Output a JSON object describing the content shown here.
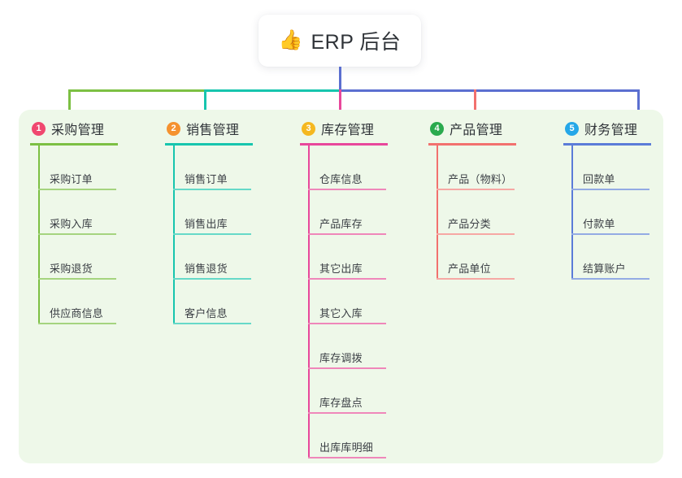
{
  "root": {
    "emoji": "👍",
    "emoji_name": "thumbs-up-icon",
    "title": "ERP 后台"
  },
  "palette": {
    "panel_bg": "#eef8e9",
    "page_bg": "#ffffff",
    "root_connector": "#5b6fd0",
    "text": "#3a3e44"
  },
  "columns": [
    {
      "index": "1",
      "title": "采购管理",
      "badge_color": "#f0486f",
      "line_color": "#7cc043",
      "item_line_color": "#a5d47f",
      "items": [
        {
          "label": "采购订单"
        },
        {
          "label": "采购入库"
        },
        {
          "label": "采购退货"
        },
        {
          "label": "供应商信息"
        }
      ]
    },
    {
      "index": "2",
      "title": "销售管理",
      "badge_color": "#f5922f",
      "line_color": "#17c5ae",
      "item_line_color": "#66d9c8",
      "items": [
        {
          "label": "销售订单"
        },
        {
          "label": "销售出库"
        },
        {
          "label": "销售退货"
        },
        {
          "label": "客户信息"
        }
      ]
    },
    {
      "index": "3",
      "title": "库存管理",
      "badge_color": "#f5b820",
      "line_color": "#e8479b",
      "item_line_color": "#ef87ba",
      "items": [
        {
          "label": "仓库信息"
        },
        {
          "label": "产品库存"
        },
        {
          "label": "其它出库"
        },
        {
          "label": "其它入库"
        },
        {
          "label": "库存调拨"
        },
        {
          "label": "库存盘点"
        },
        {
          "label": "出库库明细"
        }
      ]
    },
    {
      "index": "4",
      "title": "产品管理",
      "badge_color": "#2aaa4e",
      "line_color": "#f2716e",
      "item_line_color": "#f6a8a4",
      "items": [
        {
          "label": "产品（物料）"
        },
        {
          "label": "产品分类"
        },
        {
          "label": "产品单位"
        }
      ]
    },
    {
      "index": "5",
      "title": "财务管理",
      "badge_color": "#25a7e8",
      "line_color": "#5b7cd8",
      "item_line_color": "#93abe4",
      "items": [
        {
          "label": "回款单"
        },
        {
          "label": "付款单"
        },
        {
          "label": "结算账户"
        }
      ]
    }
  ]
}
